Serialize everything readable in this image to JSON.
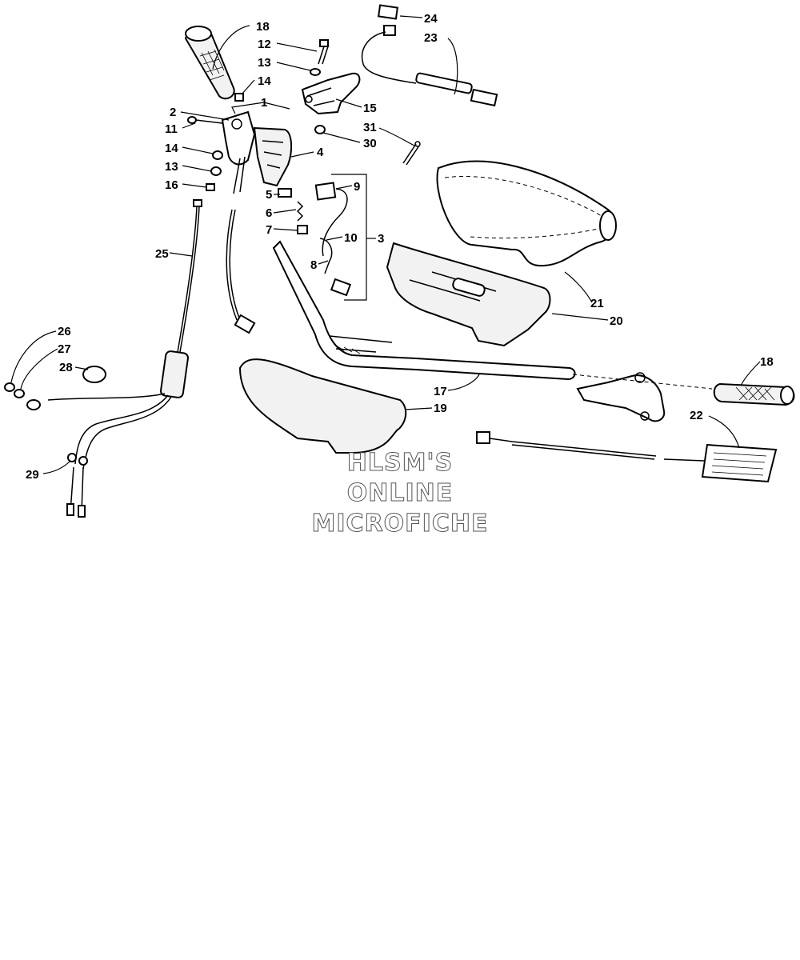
{
  "callouts": [
    {
      "id": "c18a",
      "label": "18"
    },
    {
      "id": "c12",
      "label": "12"
    },
    {
      "id": "c13a",
      "label": "13"
    },
    {
      "id": "c14a",
      "label": "14"
    },
    {
      "id": "c1",
      "label": "1"
    },
    {
      "id": "c2",
      "label": "2"
    },
    {
      "id": "c11",
      "label": "11"
    },
    {
      "id": "c14b",
      "label": "14"
    },
    {
      "id": "c13b",
      "label": "13"
    },
    {
      "id": "c16",
      "label": "16"
    },
    {
      "id": "c24",
      "label": "24"
    },
    {
      "id": "c23",
      "label": "23"
    },
    {
      "id": "c15",
      "label": "15"
    },
    {
      "id": "c31",
      "label": "31"
    },
    {
      "id": "c30",
      "label": "30"
    },
    {
      "id": "c4",
      "label": "4"
    },
    {
      "id": "c9",
      "label": "9"
    },
    {
      "id": "c5",
      "label": "5"
    },
    {
      "id": "c6",
      "label": "6"
    },
    {
      "id": "c7",
      "label": "7"
    },
    {
      "id": "c10",
      "label": "10"
    },
    {
      "id": "c3",
      "label": "3"
    },
    {
      "id": "c8",
      "label": "8"
    },
    {
      "id": "c25",
      "label": "25"
    },
    {
      "id": "c21",
      "label": "21"
    },
    {
      "id": "c20",
      "label": "20"
    },
    {
      "id": "c26",
      "label": "26"
    },
    {
      "id": "c27",
      "label": "27"
    },
    {
      "id": "c28",
      "label": "28"
    },
    {
      "id": "c17",
      "label": "17"
    },
    {
      "id": "c18b",
      "label": "18"
    },
    {
      "id": "c19",
      "label": "19"
    },
    {
      "id": "c22",
      "label": "22"
    },
    {
      "id": "c29",
      "label": "29"
    }
  ],
  "watermark": {
    "line1": "HLSM'S",
    "line2": "ONLINE",
    "line3": "MICROFICHE"
  }
}
